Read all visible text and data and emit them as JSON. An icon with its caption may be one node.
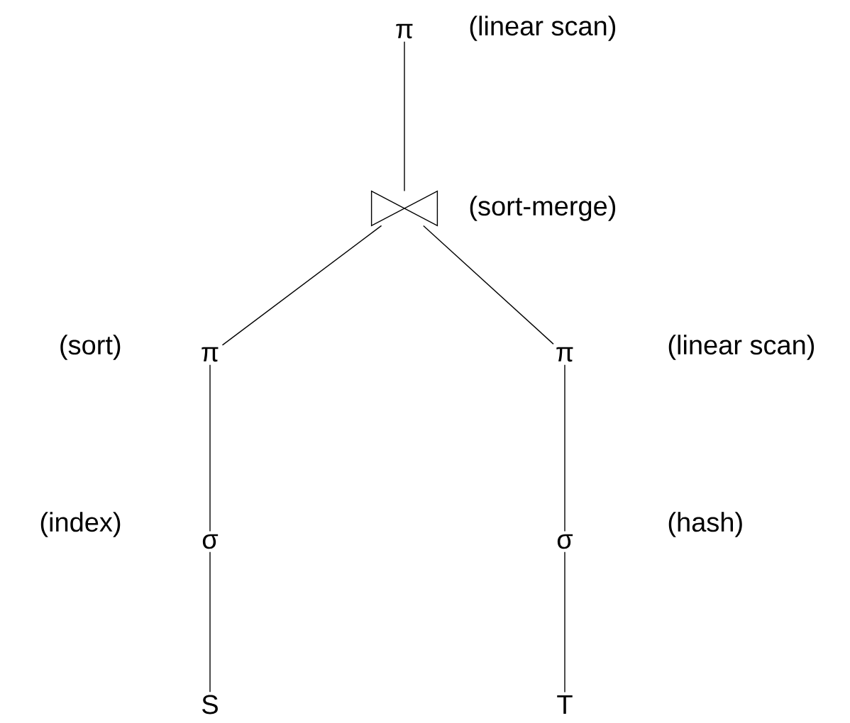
{
  "diagram": {
    "nodes": [
      {
        "text": [
          "π"
        ],
        "beside": [
          "(linear scan)"
        ]
      },
      {
        "text": [],
        "shape": "bowtie",
        "beside": [
          "(sort-merge)"
        ]
      },
      {
        "text": [
          "π"
        ],
        "beside": [
          "(sort)"
        ]
      },
      {
        "text": [
          "π"
        ],
        "beside": [
          "(linear scan)"
        ]
      },
      {
        "text": [
          "σ"
        ],
        "beside": [
          "(index)"
        ]
      },
      {
        "text": [
          "σ"
        ],
        "beside": [
          "(hash)"
        ]
      },
      {
        "text": [
          "S"
        ]
      },
      {
        "text": [
          "T"
        ]
      }
    ],
    "edges": [
      {
        "from": 0,
        "to": 1,
        "arrow": "none"
      },
      {
        "from": 1,
        "to": 2,
        "arrow": "none"
      },
      {
        "from": 1,
        "to": 3,
        "arrow": "none"
      },
      {
        "from": 2,
        "to": 4,
        "arrow": "none"
      },
      {
        "from": 4,
        "to": 6,
        "arrow": "none"
      },
      {
        "from": 3,
        "to": 5,
        "arrow": "none"
      },
      {
        "from": 5,
        "to": 7,
        "arrow": "none"
      }
    ]
  }
}
